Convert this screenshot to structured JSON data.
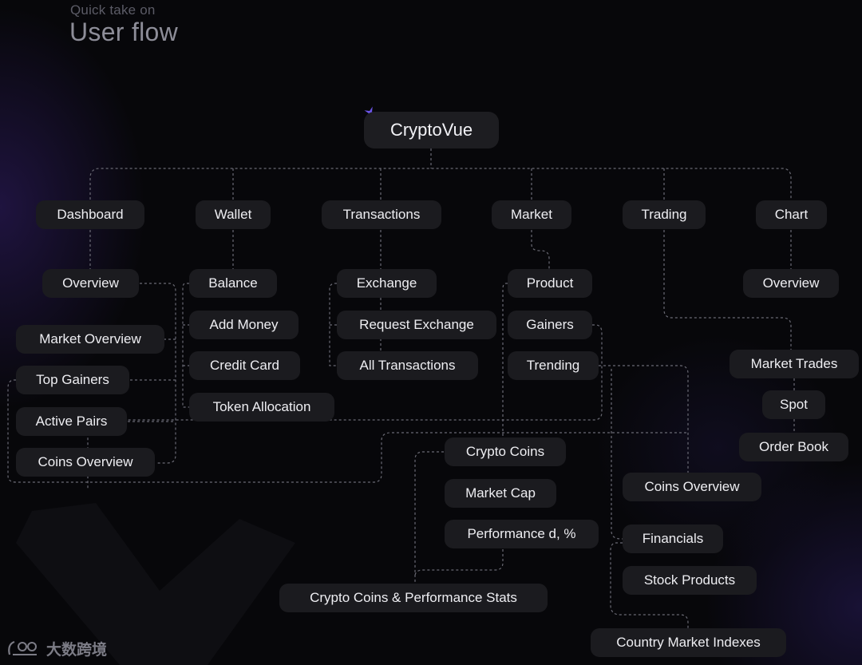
{
  "header": {
    "subtitle": "Quick take on",
    "title": "User flow"
  },
  "root": {
    "label": "CryptoVue"
  },
  "sections": {
    "dashboard": "Dashboard",
    "wallet": "Wallet",
    "transactions": "Transactions",
    "market": "Market",
    "trading": "Trading",
    "chart": "Chart"
  },
  "dashboard_items": {
    "overview": "Overview",
    "market_overview": "Market Overview",
    "top_gainers": "Top Gainers",
    "active_pairs": "Active Pairs",
    "coins_overview": "Coins Overview"
  },
  "wallet_items": {
    "balance": "Balance",
    "add_money": "Add Money",
    "credit_card": "Credit Card",
    "token_allocation": "Token Allocation"
  },
  "transactions_items": {
    "exchange": "Exchange",
    "request_exchange": "Request Exchange",
    "all_transactions": "All Transactions"
  },
  "market_items": {
    "product": "Product",
    "gainers": "Gainers",
    "trending": "Trending",
    "crypto_coins": "Crypto Coins",
    "market_cap": "Market Cap",
    "performance": "Performance d, %",
    "stats": "Crypto Coins & Performance Stats",
    "coins_overview": "Coins Overview",
    "financials": "Financials",
    "stock_products": "Stock Products",
    "country_indexes": "Country Market Indexes"
  },
  "trading_items": {
    "market_trades": "Market Trades",
    "spot": "Spot",
    "order_book": "Order Book"
  },
  "chart_items": {
    "overview": "Overview"
  },
  "watermark": {
    "text": "大数跨境"
  },
  "colors": {
    "node_bg": "#1b1b1f",
    "node_text": "#eeeef2",
    "connector": "#6a6a74",
    "accent": "#6b55e6",
    "background": "#07070a"
  }
}
